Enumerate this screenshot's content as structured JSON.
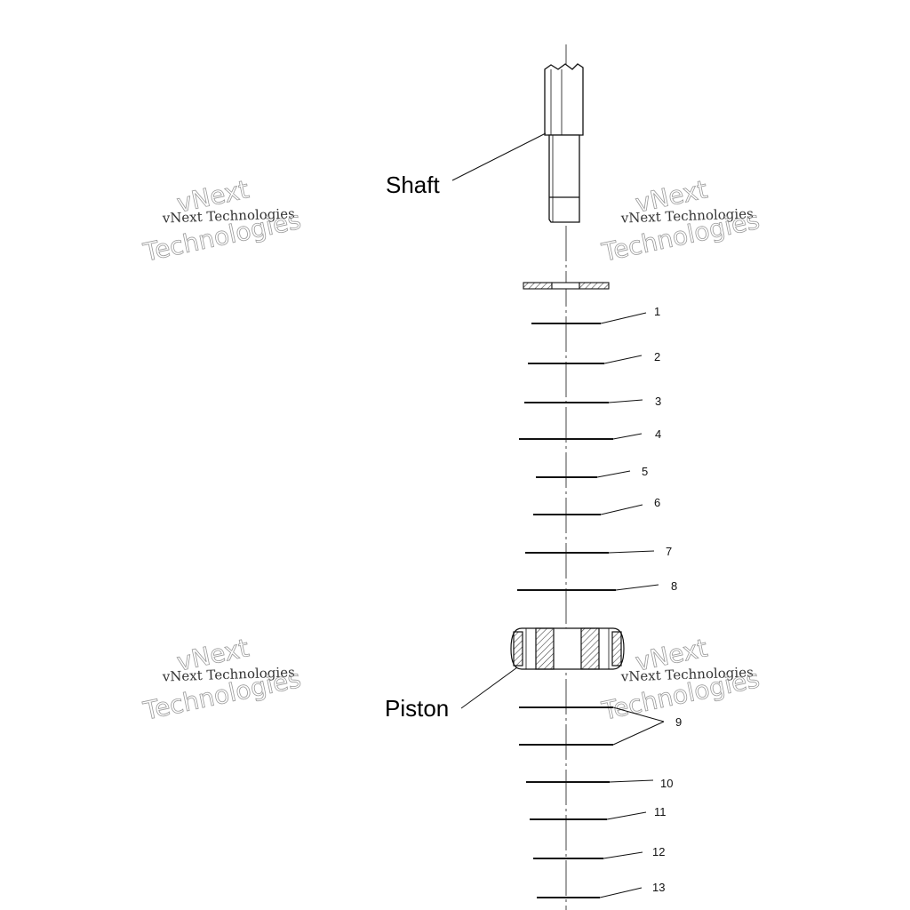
{
  "labels": {
    "shaft": "Shaft",
    "piston": "Piston"
  },
  "callouts": [
    "1",
    "2",
    "3",
    "4",
    "5",
    "6",
    "7",
    "8",
    "9",
    "10",
    "11",
    "12",
    "13"
  ],
  "watermark": {
    "line1": "vNext",
    "line2": "vNext Technologies",
    "line3": "Technologies"
  },
  "colors": {
    "line": "#111111",
    "hatch": "#444444",
    "watermark": "#9a9a9a"
  }
}
